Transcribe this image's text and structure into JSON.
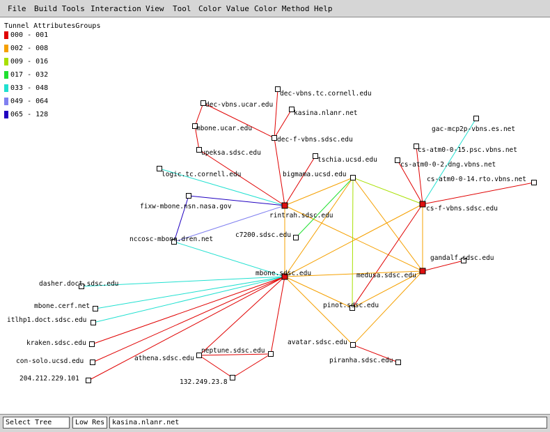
{
  "menu": [
    "File",
    "Build Tools",
    "Interaction",
    "View",
    "Tool",
    "Color Value",
    "Color Method",
    "Help"
  ],
  "legend": {
    "title": "Tunnel AttributesGroups",
    "ranges": [
      {
        "label": "000 - 001",
        "color": "#e00000"
      },
      {
        "label": "002 - 008",
        "color": "#f5a000"
      },
      {
        "label": "009 - 016",
        "color": "#a8e000"
      },
      {
        "label": "017 - 032",
        "color": "#20e030"
      },
      {
        "label": "033 - 048",
        "color": "#20e0d0"
      },
      {
        "label": "049 - 064",
        "color": "#8080f0"
      },
      {
        "label": "065 - 128",
        "color": "#2000c0"
      }
    ]
  },
  "graph": {
    "nodes": [
      {
        "id": "rintrah",
        "label": "rintrah.sdsc.edu",
        "router": true
      },
      {
        "id": "mbone_sdsc",
        "label": "mbone.sdsc.edu",
        "router": true
      },
      {
        "id": "medusa",
        "label": "medusa.sdsc.edu",
        "router": true
      },
      {
        "id": "csf",
        "label": "cs-f-vbns.sdsc.edu",
        "router": true
      },
      {
        "id": "dec_tc",
        "label": "dec-vbns.tc.cornell.edu"
      },
      {
        "id": "kasina",
        "label": "kasina.nlanr.net"
      },
      {
        "id": "dec_ucar",
        "label": "dec-vbns.ucar.edu"
      },
      {
        "id": "decf",
        "label": "dec-f-vbns.sdsc.edu"
      },
      {
        "id": "mbone_ucar",
        "label": "mbone.ucar.edu"
      },
      {
        "id": "upeksa",
        "label": "upeksa.sdsc.edu"
      },
      {
        "id": "logic",
        "label": "logic.tc.cornell.edu"
      },
      {
        "id": "tschia",
        "label": "tschia.ucsd.edu"
      },
      {
        "id": "bigmama",
        "label": "bigmama.ucsd.edu"
      },
      {
        "id": "fixw",
        "label": "fixw-mbone.nsn.nasa.gov"
      },
      {
        "id": "nccosc",
        "label": "nccosc-mbone.dren.net"
      },
      {
        "id": "c7200",
        "label": "c7200.sdsc.edu"
      },
      {
        "id": "gac",
        "label": "gac-mcp2p-vbns.es.net"
      },
      {
        "id": "csatm15",
        "label": "cs-atm0-0-15.psc.vbns.net"
      },
      {
        "id": "csatm2",
        "label": "cs-atm0-0-2.dng.vbns.net"
      },
      {
        "id": "csatm14",
        "label": "cs-atm0-0-14.rto.vbns.net"
      },
      {
        "id": "gandalf",
        "label": "gandalf.sdsc.edu"
      },
      {
        "id": "dasher",
        "label": "dasher.doct.sdsc.edu"
      },
      {
        "id": "cerf",
        "label": "mbone.cerf.net"
      },
      {
        "id": "itlhp1",
        "label": "itlhp1.doct.sdsc.edu"
      },
      {
        "id": "kraken",
        "label": "kraken.sdsc.edu"
      },
      {
        "id": "consolo",
        "label": "con-solo.ucsd.edu"
      },
      {
        "id": "ip204",
        "label": "204.212.229.101"
      },
      {
        "id": "pinot",
        "label": "pinot.sdsc.edu"
      },
      {
        "id": "avatar",
        "label": "avatar.sdsc.edu"
      },
      {
        "id": "piranha",
        "label": "piranha.sdsc.edu"
      },
      {
        "id": "neptune",
        "label": "neptune.sdsc.edu"
      },
      {
        "id": "athena",
        "label": "athena.sdsc.edu"
      },
      {
        "id": "ip132",
        "label": "132.249.23.8"
      }
    ],
    "edges": [
      {
        "from": "rintrah",
        "to": "decf",
        "group": "000 - 001"
      },
      {
        "from": "decf",
        "to": "dec_tc",
        "group": "000 - 001"
      },
      {
        "from": "decf",
        "to": "kasina",
        "group": "000 - 001"
      },
      {
        "from": "decf",
        "to": "dec_ucar",
        "group": "000 - 001"
      },
      {
        "from": "dec_ucar",
        "to": "mbone_ucar",
        "group": "000 - 001"
      },
      {
        "from": "mbone_ucar",
        "to": "upeksa",
        "group": "000 - 001"
      },
      {
        "from": "rintrah",
        "to": "upeksa",
        "group": "000 - 001"
      },
      {
        "from": "rintrah",
        "to": "tschia",
        "group": "000 - 001"
      },
      {
        "from": "rintrah",
        "to": "logic",
        "group": "033 - 048"
      },
      {
        "from": "rintrah",
        "to": "fixw",
        "group": "065 - 128"
      },
      {
        "from": "fixw",
        "to": "nccosc",
        "group": "065 - 128"
      },
      {
        "from": "rintrah",
        "to": "nccosc",
        "group": "049 - 064"
      },
      {
        "from": "rintrah",
        "to": "mbone_sdsc",
        "group": "002 - 008"
      },
      {
        "from": "rintrah",
        "to": "bigmama",
        "group": "002 - 008"
      },
      {
        "from": "rintrah",
        "to": "medusa",
        "group": "002 - 008"
      },
      {
        "from": "bigmama",
        "to": "csf",
        "group": "009 - 016"
      },
      {
        "from": "bigmama",
        "to": "pinot",
        "group": "009 - 016"
      },
      {
        "from": "bigmama",
        "to": "c7200",
        "group": "017 - 032"
      },
      {
        "from": "bigmama",
        "to": "mbone_sdsc",
        "group": "002 - 008"
      },
      {
        "from": "bigmama",
        "to": "medusa",
        "group": "002 - 008"
      },
      {
        "from": "csf",
        "to": "csatm15",
        "group": "000 - 001"
      },
      {
        "from": "csf",
        "to": "csatm2",
        "group": "000 - 001"
      },
      {
        "from": "csf",
        "to": "csatm14",
        "group": "000 - 001"
      },
      {
        "from": "csf",
        "to": "gac",
        "group": "033 - 048"
      },
      {
        "from": "csf",
        "to": "medusa",
        "group": "002 - 008"
      },
      {
        "from": "csf",
        "to": "mbone_sdsc",
        "group": "002 - 008"
      },
      {
        "from": "csf",
        "to": "pinot",
        "group": "000 - 001"
      },
      {
        "from": "medusa",
        "to": "gandalf",
        "group": "000 - 001"
      },
      {
        "from": "medusa",
        "to": "mbone_sdsc",
        "group": "002 - 008"
      },
      {
        "from": "medusa",
        "to": "pinot",
        "group": "002 - 008"
      },
      {
        "from": "medusa",
        "to": "avatar",
        "group": "002 - 008"
      },
      {
        "from": "mbone_sdsc",
        "to": "nccosc",
        "group": "033 - 048"
      },
      {
        "from": "mbone_sdsc",
        "to": "dasher",
        "group": "033 - 048"
      },
      {
        "from": "mbone_sdsc",
        "to": "cerf",
        "group": "033 - 048"
      },
      {
        "from": "mbone_sdsc",
        "to": "itlhp1",
        "group": "033 - 048"
      },
      {
        "from": "mbone_sdsc",
        "to": "kraken",
        "group": "000 - 001"
      },
      {
        "from": "mbone_sdsc",
        "to": "consolo",
        "group": "000 - 001"
      },
      {
        "from": "mbone_sdsc",
        "to": "ip204",
        "group": "000 - 001"
      },
      {
        "from": "mbone_sdsc",
        "to": "athena",
        "group": "000 - 001"
      },
      {
        "from": "mbone_sdsc",
        "to": "neptune",
        "group": "000 - 001"
      },
      {
        "from": "mbone_sdsc",
        "to": "pinot",
        "group": "002 - 008"
      },
      {
        "from": "mbone_sdsc",
        "to": "avatar",
        "group": "002 - 008"
      },
      {
        "from": "avatar",
        "to": "piranha",
        "group": "000 - 001"
      },
      {
        "from": "athena",
        "to": "neptune",
        "group": "000 - 001"
      },
      {
        "from": "athena",
        "to": "ip132",
        "group": "000 - 001"
      },
      {
        "from": "neptune",
        "to": "ip132",
        "group": "000 - 001"
      }
    ]
  },
  "status": {
    "mode": "Select Tree",
    "resolution": "Low Res",
    "selected": "kasina.nlanr.net"
  }
}
